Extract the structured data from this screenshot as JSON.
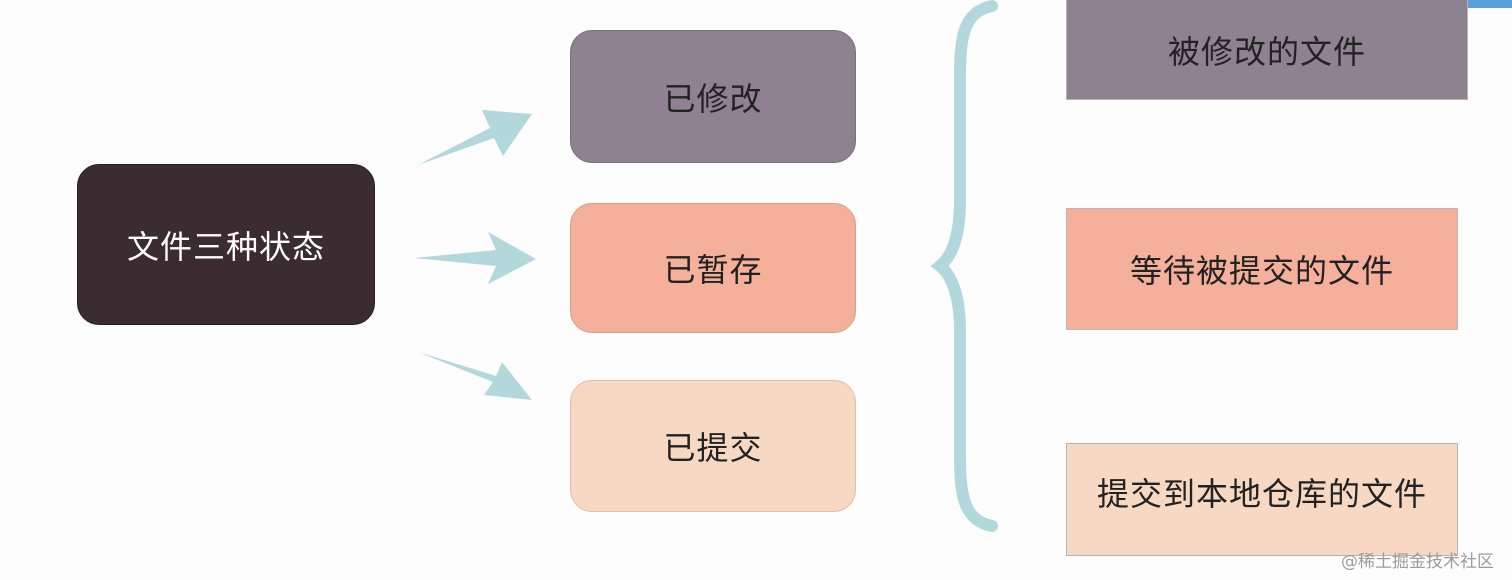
{
  "diagram": {
    "root": {
      "label": "文件三种状态"
    },
    "states": [
      {
        "label": "已修改"
      },
      {
        "label": "已暂存"
      },
      {
        "label": "已提交"
      }
    ],
    "descriptions": [
      {
        "label": "被修改的文件"
      },
      {
        "label": "等待被提交的文件"
      },
      {
        "label": "提交到本地仓库的文件"
      }
    ]
  },
  "watermark": "@稀土掘金技术社区",
  "colors": {
    "root": "#3a2c31",
    "modified": "#8e8290",
    "staged": "#f4b09a",
    "committed": "#f7d8c3",
    "arrow": "#b3d8dc",
    "brace": "#b3d8dc"
  }
}
